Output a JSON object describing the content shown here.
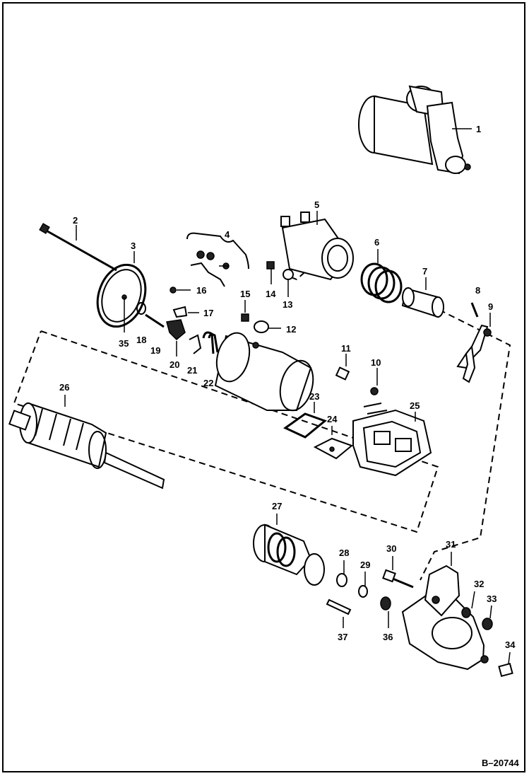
{
  "diagram": {
    "reference_code": "B–20744",
    "parts": [
      {
        "id": "1"
      },
      {
        "id": "2"
      },
      {
        "id": "3"
      },
      {
        "id": "4"
      },
      {
        "id": "5"
      },
      {
        "id": "6"
      },
      {
        "id": "7"
      },
      {
        "id": "8"
      },
      {
        "id": "9"
      },
      {
        "id": "10"
      },
      {
        "id": "11"
      },
      {
        "id": "12"
      },
      {
        "id": "13"
      },
      {
        "id": "14"
      },
      {
        "id": "15"
      },
      {
        "id": "16"
      },
      {
        "id": "17"
      },
      {
        "id": "18"
      },
      {
        "id": "19"
      },
      {
        "id": "20"
      },
      {
        "id": "21"
      },
      {
        "id": "22"
      },
      {
        "id": "23"
      },
      {
        "id": "24"
      },
      {
        "id": "25"
      },
      {
        "id": "26"
      },
      {
        "id": "27"
      },
      {
        "id": "28"
      },
      {
        "id": "29"
      },
      {
        "id": "30"
      },
      {
        "id": "31"
      },
      {
        "id": "32"
      },
      {
        "id": "33"
      },
      {
        "id": "34"
      },
      {
        "id": "35"
      },
      {
        "id": "36"
      },
      {
        "id": "37"
      }
    ]
  }
}
